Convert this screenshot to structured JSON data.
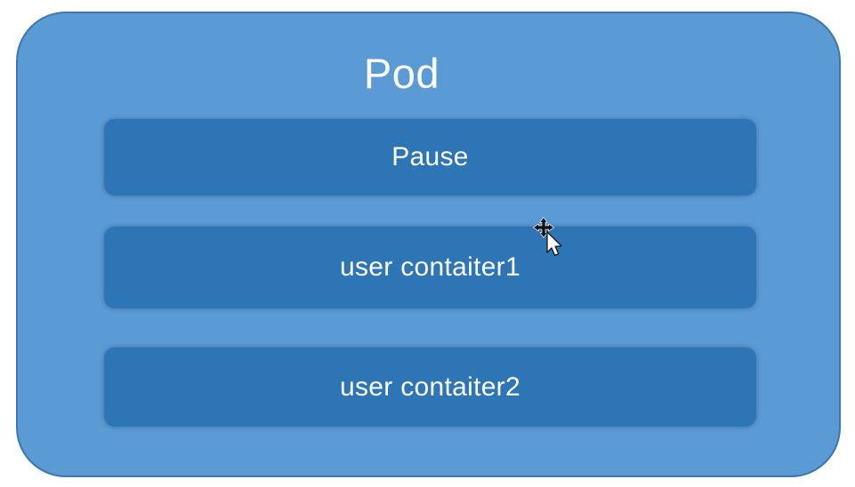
{
  "page": {
    "background": "#FFFFFF"
  },
  "pod": {
    "title": "Pod",
    "fill": "#5B9BD5",
    "border_color": "#3F76AE",
    "container_fill": "#2E75B6",
    "text_color": "#FFFFFF",
    "containers": [
      {
        "label": "Pause"
      },
      {
        "label": "user contaiter1"
      },
      {
        "label": "user contaiter2"
      }
    ]
  },
  "cursor": {
    "icon": "move-cursor-icon"
  }
}
